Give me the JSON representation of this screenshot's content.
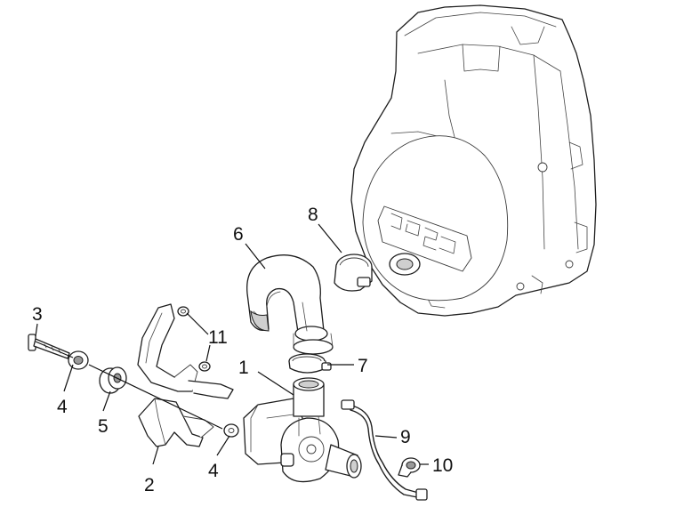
{
  "callouts": {
    "c1": "1",
    "c2": "2",
    "c3": "3",
    "c4a": "4",
    "c4b": "4",
    "c5": "5",
    "c6": "6",
    "c7": "7",
    "c8": "8",
    "c9": "9",
    "c10": "10",
    "c11": "11"
  },
  "style": {
    "line_color": "#1e1e1e",
    "background": "#ffffff"
  }
}
